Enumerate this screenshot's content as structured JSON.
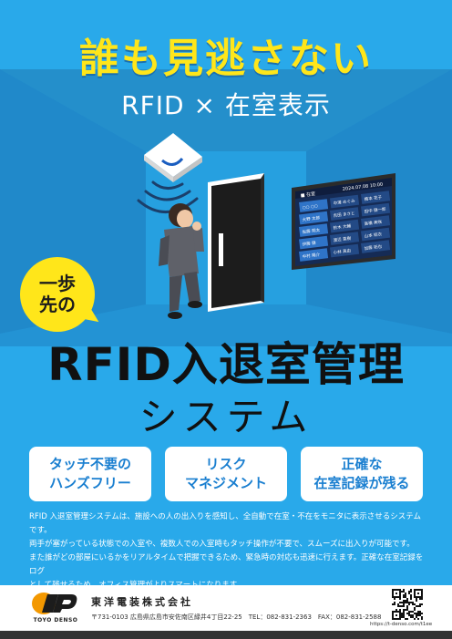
{
  "headline": "誰も見逃さない",
  "subhead": "RFID × 在室表示",
  "badge": {
    "line1": "一歩",
    "line2": "先の"
  },
  "title": {
    "line1": "RFID入退室管理",
    "line2": "システム"
  },
  "features": [
    {
      "line1": "タッチ不要の",
      "line2": "ハンズフリー"
    },
    {
      "line1": "リスク",
      "line2": "マネジメント"
    },
    {
      "line1": "正確な",
      "line2": "在室記録が残る"
    }
  ],
  "description": [
    "RFID 入退室管理システムは、施設への人の出入りを感知し、全自動で在室・不在をモニタに表示させるシステムです。",
    "両手が塞がっている状態での入室や、複数人での入室時もタッチ操作が不要で、スムーズに出入りが可能です。",
    "また誰がどの部屋にいるかをリアルタイムで把握できるため、緊急時の対応も迅速に行えます。正確な在室記録をログ",
    "として残せるため、オフィス管理がよりスマートになります。"
  ],
  "monitor": {
    "header_left": "■ 在室",
    "header_right": "2024.07.08  10:00",
    "cells": [
      "○○ ○○",
      "中澤 めぐみ",
      "橋本 花子",
      "大野 太郎",
      "吉田 まさと",
      "田中 健一郎",
      "佐藤 翔太",
      "鈴木 大輔",
      "高橋 美咲",
      "伊藤 健",
      "渡辺 直樹",
      "山本 結衣",
      "中村 陽介",
      "小林 真由",
      "加藤 拓也"
    ]
  },
  "footer": {
    "logo_text": "TOYO DENSO",
    "company": "東洋電装株式会社",
    "address": "〒731-0103 広島県広島市安佐南区緑井4丁目22-25　TEL：082-831-2363　FAX：082-831-2588",
    "url": "https://t-denso.com/t1ee"
  },
  "colors": {
    "background": "#29a9ea",
    "accent": "#ffe61a",
    "feature_text": "#1a7fd0",
    "dark": "#1d5f93"
  }
}
